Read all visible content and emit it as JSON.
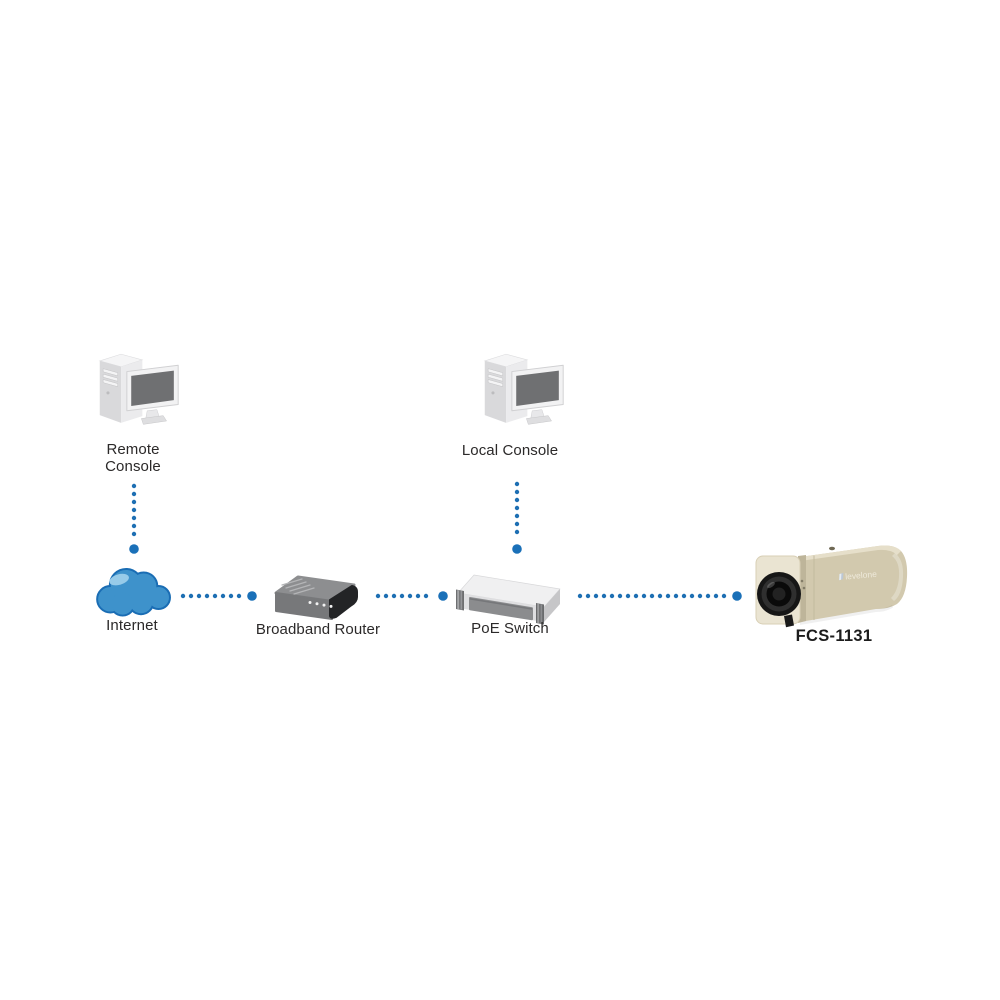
{
  "page": {
    "background_color": "#ffffff"
  },
  "diagram": {
    "type": "network-topology",
    "connector_style": "dotted",
    "connector_dot_color": "#1d6fb3",
    "connector_end_dot_color": "#1a70b8",
    "cloud_fill_color": "#3e92cb",
    "cloud_outline_color": "#1a6db4",
    "nodes": [
      {
        "id": "remote-console",
        "label": "Remote Console",
        "icon": "desktop-computer-icon"
      },
      {
        "id": "local-console",
        "label": "Local Console",
        "icon": "desktop-computer-icon"
      },
      {
        "id": "internet",
        "label": "Internet",
        "icon": "internet-cloud-icon"
      },
      {
        "id": "broadband-router",
        "label": "Broadband Router",
        "icon": "broadband-router-icon"
      },
      {
        "id": "poe-switch",
        "label": "PoE Switch",
        "icon": "poe-switch-icon"
      },
      {
        "id": "fcs-1131",
        "label": "FCS-1131",
        "icon": "ip-camera-icon",
        "device_branding": "levelone"
      }
    ],
    "connections": [
      {
        "from": "remote-console",
        "to": "internet",
        "style": "dotted"
      },
      {
        "from": "internet",
        "to": "broadband-router",
        "style": "dotted"
      },
      {
        "from": "broadband-router",
        "to": "poe-switch",
        "style": "dotted"
      },
      {
        "from": "local-console",
        "to": "poe-switch",
        "style": "dotted"
      },
      {
        "from": "poe-switch",
        "to": "fcs-1131",
        "style": "dotted"
      }
    ]
  }
}
